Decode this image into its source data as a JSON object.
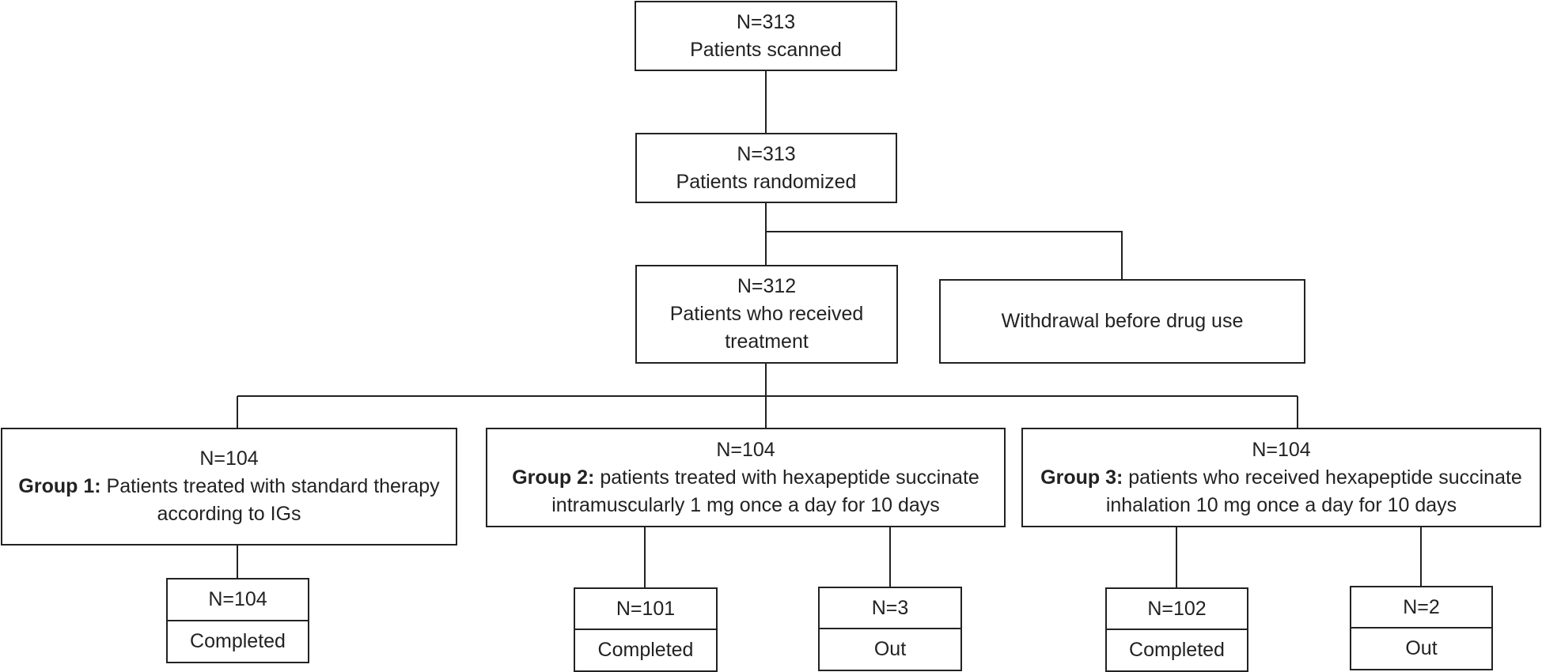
{
  "nodes": {
    "scanned": {
      "n": "N=313",
      "label": "Patients scanned"
    },
    "randomized": {
      "n": "N=313",
      "label": "Patients randomized"
    },
    "treated": {
      "n": "N=312",
      "label_line1": "Patients who received",
      "label_line2": "treatment"
    },
    "withdrawal": {
      "label": "Withdrawal before drug use"
    },
    "group1": {
      "n": "N=104",
      "name": "Group 1:",
      "desc_line1": "Patients treated with standard therapy",
      "desc_line2": "according to IGs"
    },
    "group2": {
      "n": "N=104",
      "name": "Group 2:",
      "desc_line1": "patients treated with hexapeptide succinate",
      "desc_line2": "intramuscularly 1 mg once a day for 10 days"
    },
    "group3": {
      "n": "N=104",
      "name": "Group 3:",
      "desc_line1": "patients who received hexapeptide succinate",
      "desc_line2": "inhalation 10 mg once a day for 10 days"
    },
    "g1_completed": {
      "n": "N=104",
      "label": "Completed"
    },
    "g2_completed": {
      "n": "N=101",
      "label": "Completed"
    },
    "g2_out": {
      "n": "N=3",
      "label": "Out"
    },
    "g3_completed": {
      "n": "N=102",
      "label": "Completed"
    },
    "g3_out": {
      "n": "N=2",
      "label": "Out"
    }
  },
  "colors": {
    "stroke": "#222222",
    "background": "#ffffff"
  }
}
